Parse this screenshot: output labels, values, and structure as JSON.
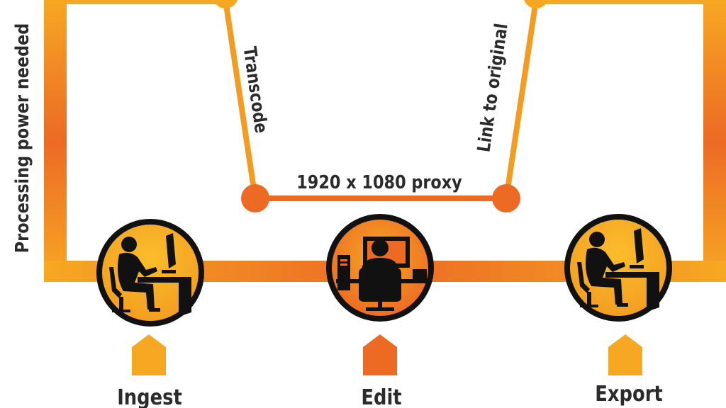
{
  "diagram": {
    "left_axis_label": "Processing power needed",
    "transcode_label": "Transcode",
    "link_label": "Link to original",
    "proxy_label": "1920 x 1080 proxy",
    "stages": [
      {
        "label": "Ingest",
        "icon": "person-at-desk-icon"
      },
      {
        "label": "Edit",
        "icon": "person-at-workstation-icon"
      },
      {
        "label": "Export",
        "icon": "person-at-desk-icon"
      }
    ]
  },
  "colors": {
    "orange_light": "#f7a823",
    "orange_dark": "#ec6a24",
    "ink": "#111111",
    "text": "#2b2b2b"
  }
}
